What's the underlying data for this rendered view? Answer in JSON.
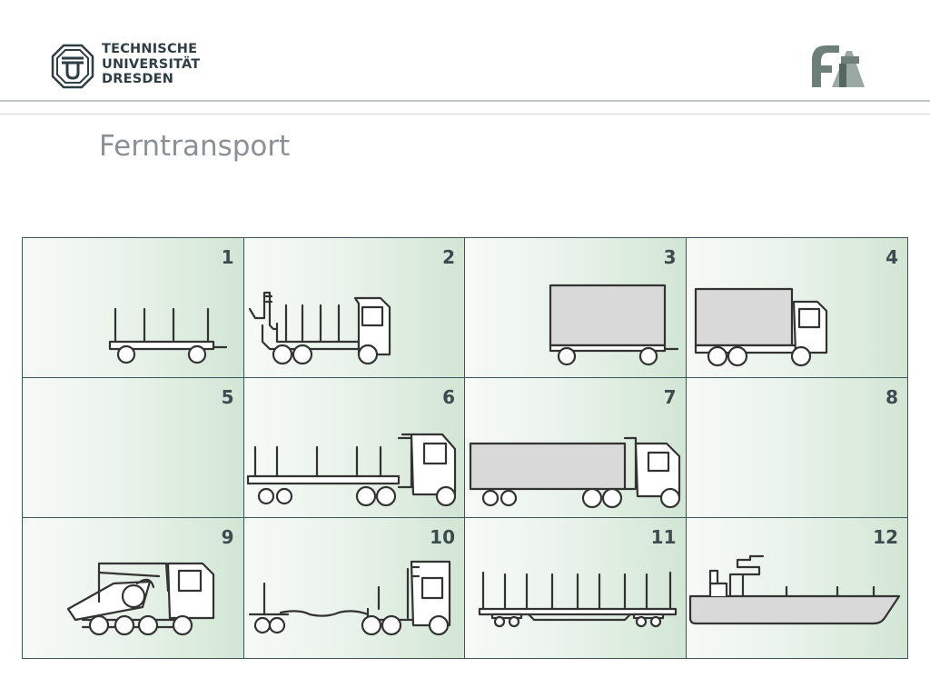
{
  "header": {
    "university_lines": [
      "TECHNISCHE",
      "UNIVERSITÄT",
      "DRESDEN"
    ],
    "logo_right": "ft"
  },
  "title": "Ferntransport",
  "colors": {
    "title": "#8a9095",
    "grid_border": "#3b5559",
    "cell_gradient_start": "#f7faf7",
    "cell_gradient_end": "#d2e6d5",
    "number": "#3a4c50",
    "vehicle_fill": "#d9d9d9"
  },
  "cells": [
    {
      "number": "1",
      "icon": "stake-trailer-icon"
    },
    {
      "number": "2",
      "icon": "timber-truck-with-crane-icon"
    },
    {
      "number": "3",
      "icon": "box-trailer-icon"
    },
    {
      "number": "4",
      "icon": "box-truck-icon"
    },
    {
      "number": "5",
      "icon": "empty-cell"
    },
    {
      "number": "6",
      "icon": "timber-semitrailer-icon"
    },
    {
      "number": "7",
      "icon": "box-semitrailer-icon"
    },
    {
      "number": "8",
      "icon": "empty-cell"
    },
    {
      "number": "9",
      "icon": "tipper-truck-icon"
    },
    {
      "number": "10",
      "icon": "pole-trailer-truck-icon"
    },
    {
      "number": "11",
      "icon": "timber-rail-wagon-icon"
    },
    {
      "number": "12",
      "icon": "cargo-ship-icon"
    }
  ]
}
